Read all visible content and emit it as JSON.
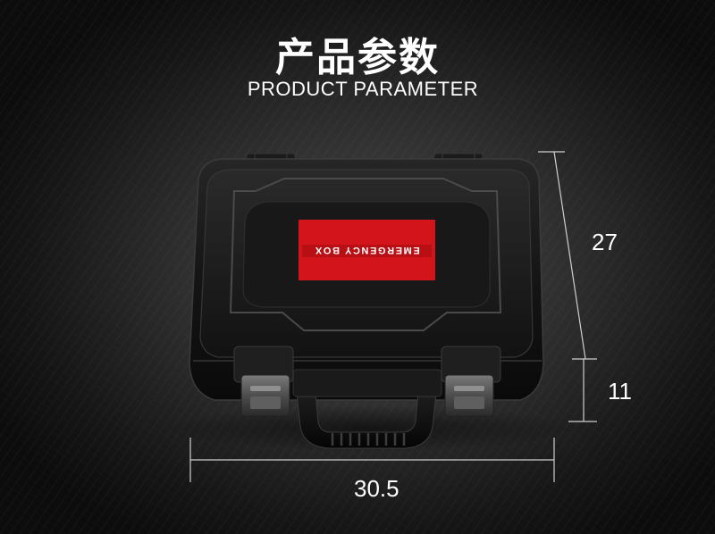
{
  "header": {
    "title_cn": "产品参数",
    "title_en": "PRODUCT PARAMETER"
  },
  "product": {
    "label_text": "EMERGENCY BOX",
    "label_color": "#d3141a",
    "case_color": "#111111"
  },
  "dimensions": {
    "height": "27",
    "depth": "11",
    "width": "30.5"
  },
  "colors": {
    "background": "#2e2e2e",
    "text": "#ffffff",
    "dimension_line": "#cfcfcf"
  }
}
